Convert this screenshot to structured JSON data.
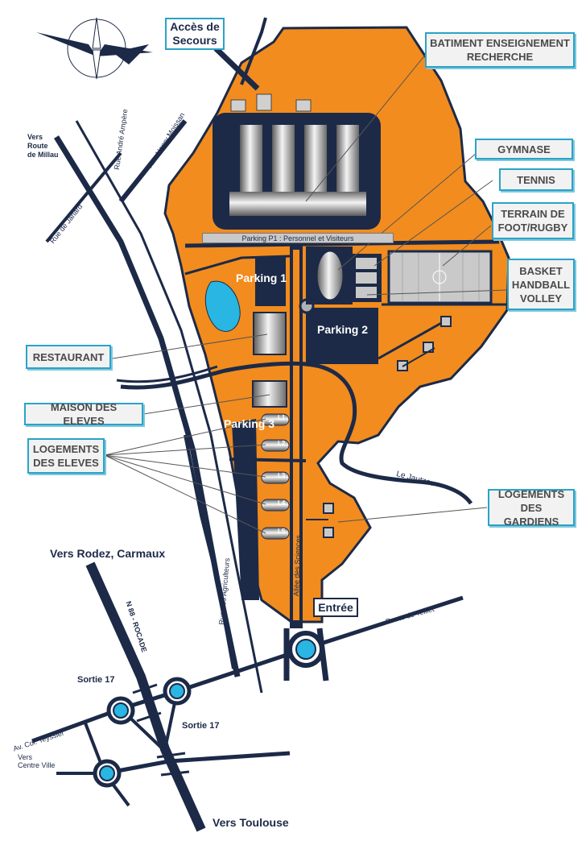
{
  "callouts": {
    "batiment": "BATIMENT ENSEIGNEMENT\nRECHERCHE",
    "gymnase": "GYMNASE",
    "tennis": "TENNIS",
    "terrain": "TERRAIN DE\nFOOT/RUGBY",
    "basket": "BASKET\nHANDBALL\nVOLLEY",
    "restaurant": "RESTAURANT",
    "maison": "MAISON DES ELEVES",
    "logements_eleves": "LOGEMENTS\nDES ELEVES",
    "logements_gardiens": "LOGEMENTS\nDES GARDIENS"
  },
  "secours": "Accès de\nSecours",
  "entree": "Entrée",
  "parking_p1": "Parking P1 : Personnel et Visiteurs",
  "parkings": {
    "p1": "Parking 1",
    "p2": "Parking 2",
    "p3": "Parking 3"
  },
  "lodgings": [
    "L1",
    "L2",
    "L3",
    "L4",
    "L5"
  ],
  "roads": {
    "henry_moissan": "Rue Henry Moissan",
    "andre_ampere": "Rue André Ampère",
    "jarlard": "Rue de Jarlard",
    "agriculteurs": "Rue des Agriculteurs",
    "allee_sciences": "Allée des Sciences",
    "route_teillet": "Route de Teillet",
    "le_jautzou": "Le Jautzou",
    "rocade": "N 88 - ROCADE",
    "col_teyssier": "Av. Col. Teyssier"
  },
  "directions": {
    "millau": "Vers\nRoute\nde Millau",
    "rodez": "Vers Rodez, Carmaux",
    "toulouse": "Vers Toulouse",
    "centre_ville": "Vers\nCentre Ville",
    "sortie17_a": "Sortie 17",
    "sortie17_b": "Sortie 17"
  },
  "colors": {
    "campus": "#f28c1e",
    "road": "#1c2a48",
    "callout_border": "#2aa3c7",
    "roundabout": "#29b6e3",
    "water": "#29b6e3"
  },
  "compass": "compass-rose-icon"
}
